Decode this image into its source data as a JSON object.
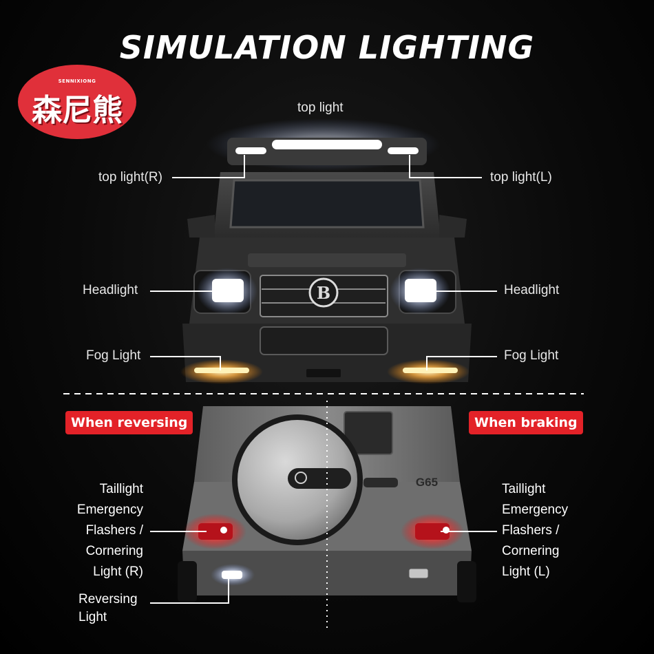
{
  "title": "SIMULATION LIGHTING",
  "logo": {
    "brand": "SENNIXIONG",
    "chinese": "森尼熊"
  },
  "front_labels": {
    "top_light": "top light",
    "top_light_r": "top light(R)",
    "top_light_l": "top light(L)",
    "headlight_left": "Headlight",
    "headlight_right": "Headlight",
    "fog_left": "Fog Light",
    "fog_right": "Fog Light"
  },
  "badges": {
    "reversing": "When reversing",
    "braking": "When braking"
  },
  "rear_left": [
    "Taillight",
    "Emergency",
    "Flashers /",
    "Cornering",
    "Light (R)"
  ],
  "rear_right": [
    "Taillight",
    "Emergency",
    "Flashers /",
    "Cornering",
    "Light (L)"
  ],
  "reversing_light": [
    "Reversing",
    "Light"
  ],
  "grille_emblem": "B",
  "rear_badge": "G65",
  "colors": {
    "badge_red": "#e32228",
    "logo_red": "#e0303a",
    "headlight_white": "#ffffff",
    "fog_amber": "#ffb347",
    "tail_red": "#ff2a2a"
  }
}
